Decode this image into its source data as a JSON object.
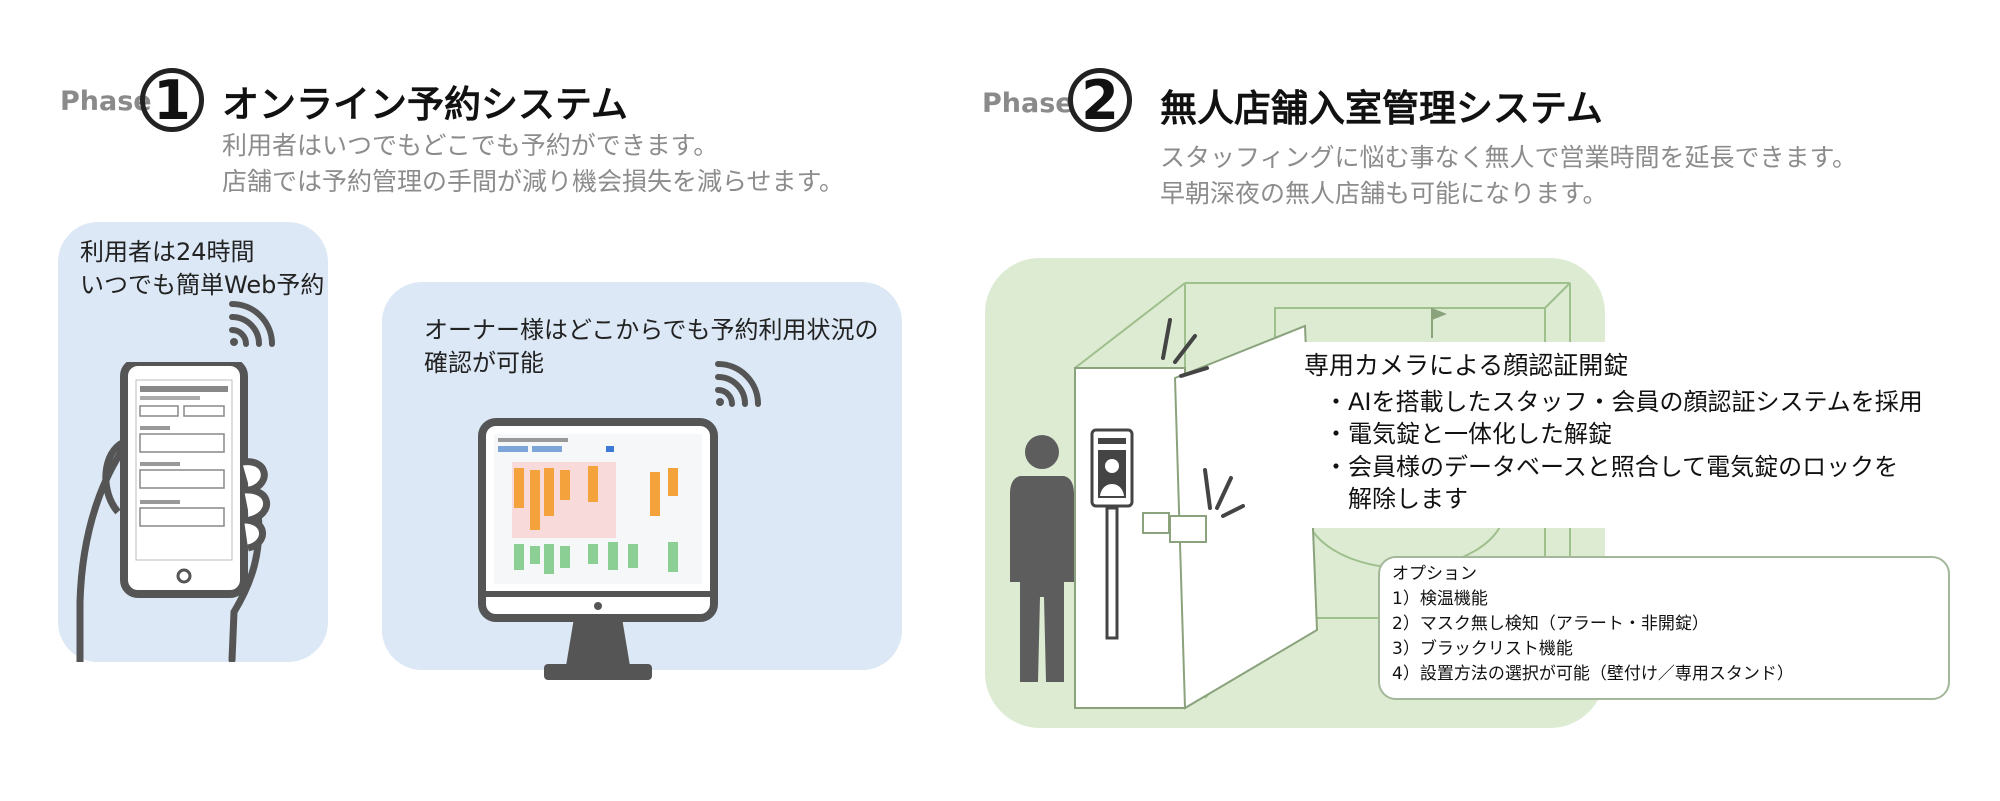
{
  "phase1": {
    "phase_label": "Phase",
    "number": "1",
    "title": "オンライン予約システム",
    "desc": [
      "利用者はいつでもどこでも予約ができます。",
      "店舗では予約管理の手間が減り機会損失を減らせます。"
    ],
    "user_bubble": [
      "利用者は24時間",
      "いつでも簡単Web予約"
    ],
    "owner_bubble": [
      "オーナー様はどこからでも予約利用状況の",
      "確認が可能"
    ]
  },
  "phase2": {
    "phase_label": "Phase",
    "number": "2",
    "title": "無人店舗入室管理システム",
    "desc": [
      "スタッフィングに悩む事なく無人で営業時間を延長できます。",
      "早朝深夜の無人店舗も可能になります。"
    ],
    "info_title": "専用カメラによる顔認証開錠",
    "info_items": [
      "・AIを搭載したスタッフ・会員の顔認証システムを採用",
      "・電気錠と一体化した解錠",
      "・会員様のデータベースと照合して電気錠のロックを",
      "解除します"
    ],
    "option_title": "オプション",
    "option_items": [
      "1）検温機能",
      "2）マスク無し検知（アラート・非開錠）",
      "3）ブラックリスト機能",
      "4）設置方法の選択が可能（壁付け／専用スタンド）"
    ]
  },
  "colors": {
    "bubble_blue": "#dce8f5",
    "panel_green": "#dcebd2",
    "option_border": "#a3b79a"
  },
  "icons": [
    "wifi-icon",
    "smartphone-icon",
    "monitor-icon",
    "person-icon",
    "face-camera-icon",
    "golf-flag-icon"
  ]
}
